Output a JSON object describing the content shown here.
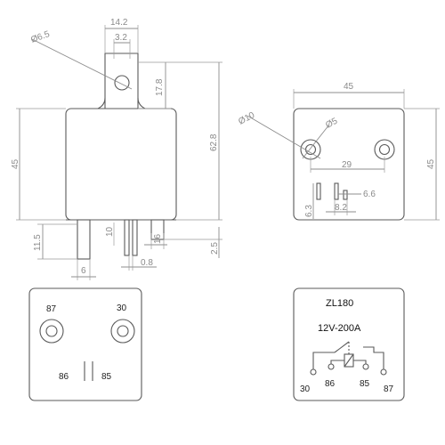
{
  "dimensions": {
    "width_top": "14.2",
    "width_tab": "3.2",
    "hole_dia": "Ø6.5",
    "tab_height": "17.8",
    "total_height": "62.8",
    "body_height": "45",
    "pin_height": "11.5",
    "pin_gap": "10",
    "pin_spacing": "6",
    "pin_thick": "0.8",
    "pin_width": "16",
    "pin_base": "2.5",
    "top_width": "45",
    "top_height": "45",
    "outer_dia": "Ø10",
    "inner_dia": "Ø5",
    "hole_spacing": "29",
    "slot_width": "6.6",
    "slot_offset": "8.2",
    "slot_height": "6.3"
  },
  "pinout": {
    "p87": "87",
    "p30": "30",
    "p86": "86",
    "p85": "85"
  },
  "schematic": {
    "model": "ZL180",
    "rating": "12V-200A",
    "t30": "30",
    "t86": "86",
    "t85": "85",
    "t87": "87"
  }
}
